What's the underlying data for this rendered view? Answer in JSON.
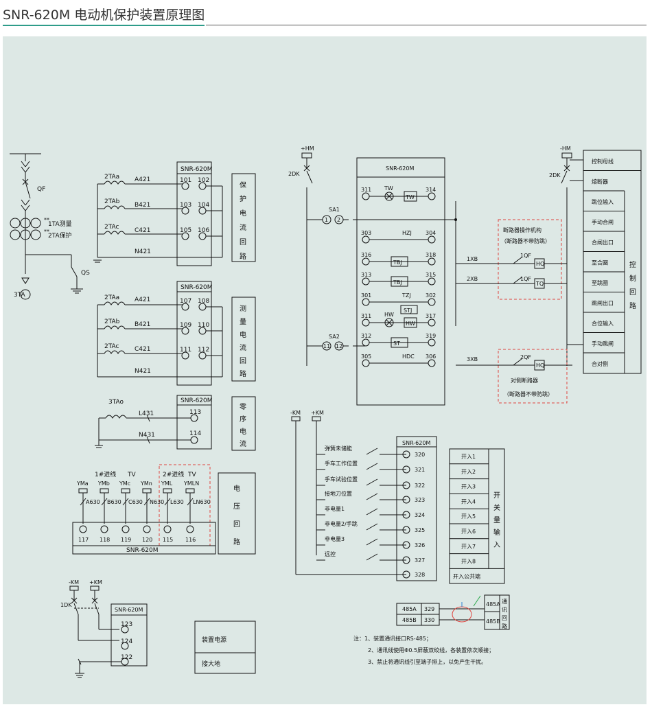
{
  "header": {
    "title": "SNR-620M 电动机保护装置原理图"
  },
  "colors": {
    "canvas_bg": "#dde8e5",
    "accent": "#2e9c8a",
    "dashed_box": "#e0443e",
    "line": "#111111"
  },
  "primary": {
    "qf": "QF",
    "ta1": "1TA测量",
    "ta2": "2TA保护",
    "qs": "QS",
    "ta3": "3TA"
  },
  "protect_current": {
    "device": "SNR-620M",
    "ct": [
      "2TAa",
      "2TAb",
      "2TAc"
    ],
    "wires": [
      "A421",
      "B421",
      "C421",
      "N421"
    ],
    "terminals": [
      [
        "101",
        "102"
      ],
      [
        "103",
        "104"
      ],
      [
        "105",
        "106"
      ]
    ],
    "label": [
      "保",
      "护",
      "电",
      "流",
      "回",
      "路"
    ]
  },
  "measure_current": {
    "device": "SNR-620M",
    "ct": [
      "2TAa",
      "2TAb",
      "2TAc"
    ],
    "wires": [
      "A421",
      "B421",
      "C421",
      "N421"
    ],
    "terminals": [
      [
        "107",
        "108"
      ],
      [
        "109",
        "110"
      ],
      [
        "111",
        "112"
      ]
    ],
    "label": [
      "测",
      "量",
      "电",
      "流",
      "回",
      "路"
    ]
  },
  "zero_seq": {
    "device": "SNR-620M",
    "ct": "3TAo",
    "wires": [
      "L431",
      "N431"
    ],
    "terminals": [
      "113",
      "114"
    ],
    "label": [
      "零",
      "序",
      "电",
      "流"
    ]
  },
  "voltage": {
    "in1": "1#进线",
    "in1_tv": "TV",
    "in2": "2#进线",
    "in2_tv": "TV",
    "buses": [
      "YMa",
      "YMb",
      "YMc",
      "YMn",
      "YML",
      "YMLN"
    ],
    "wires": [
      "A630",
      "B630",
      "C630",
      "N630",
      "L630",
      "LN630"
    ],
    "terminals": [
      "117",
      "118",
      "119",
      "120",
      "115",
      "116"
    ],
    "device": "SNR-620M",
    "label": [
      "电",
      "压",
      "回",
      "路"
    ]
  },
  "power": {
    "minus_km": "-KM",
    "plus_km": "+KM",
    "dk": "1DK",
    "device": "SNR-620M",
    "terminals": [
      "123",
      "124",
      "122"
    ],
    "labels": [
      "装置电源",
      "接大地"
    ]
  },
  "control": {
    "plus_hm": "+HM",
    "minus_hm": "-HM",
    "dk2_left": "2DK",
    "dk2_right": "2DK",
    "device": "SNR-620M",
    "rows": [
      {
        "l": "311",
        "r": "314",
        "mid": "TW",
        "sym": "TW"
      },
      {
        "l": "303",
        "r": "304",
        "mid": "HZJ"
      },
      {
        "l": "316",
        "r": "318",
        "mid": "TBJ"
      },
      {
        "l": "313",
        "r": "315",
        "mid": "TBJ"
      },
      {
        "l": "301",
        "r": "302",
        "mid": "TZJ",
        "mid2": "STJ"
      },
      {
        "l": "311",
        "r": "317",
        "mid": "HW",
        "sym": "HW"
      },
      {
        "l": "312",
        "r": "319",
        "mid": "ST"
      },
      {
        "l": "305",
        "r": "306",
        "mid": "HDC"
      }
    ],
    "sa1": "SA1",
    "sa1_pos": [
      "1",
      "2"
    ],
    "sa2": "SA2",
    "sa2_pos": [
      "11",
      "12"
    ],
    "xb": [
      "1XB",
      "2XB",
      "3XB"
    ],
    "qf1": "1QF",
    "qf2": "1QF",
    "qf3": "2QF",
    "hq": "HQ",
    "tq": "TQ",
    "hq2": "HQ",
    "mech_title": "断路器操作机构",
    "mech_note": "（断路器不带防跳）",
    "opp_title": "对侧断路器",
    "opp_note": "（断路器不带防跳）"
  },
  "control_table": {
    "rows": [
      "控制母线",
      "熔断器",
      "跳位输入",
      "手动合闸",
      "合闸出口",
      "至合圈",
      "至跳圈",
      "跳闸出口",
      "合位输入",
      "手动跳闸",
      "合对侧"
    ],
    "side": [
      "控",
      "制",
      "回",
      "路"
    ]
  },
  "inputs": {
    "minus_km": "-KM",
    "plus_km": "+KM",
    "device": "SNR-620M",
    "items": [
      "弹簧未储能",
      "手车工作位置",
      "手车试验位置",
      "接地刀位置",
      "非电量1",
      "非电量2/手跳",
      "非电量3",
      "远控"
    ],
    "terminals": [
      "320",
      "321",
      "322",
      "323",
      "324",
      "325",
      "326",
      "327",
      "328"
    ],
    "table": [
      "开入1",
      "开入2",
      "开入3",
      "开入4",
      "开入5",
      "开入6",
      "开入7",
      "开入8",
      "开入公共端"
    ],
    "side": [
      "开",
      "关",
      "量",
      "输",
      "入"
    ]
  },
  "comm": {
    "rows": [
      {
        "n": "485A",
        "t": "329"
      },
      {
        "n": "485B",
        "t": "330"
      }
    ],
    "right": [
      "485A",
      "485B"
    ],
    "side": [
      "通",
      "讯",
      "回",
      "路"
    ]
  },
  "notes": [
    "注：1、装置通讯接口RS-485；",
    "2、通讯线使用Φ0.5屏蔽双绞线，各装置依次顺接；",
    "3、禁止将通讯线引至端子排上，以免产生干扰。"
  ]
}
